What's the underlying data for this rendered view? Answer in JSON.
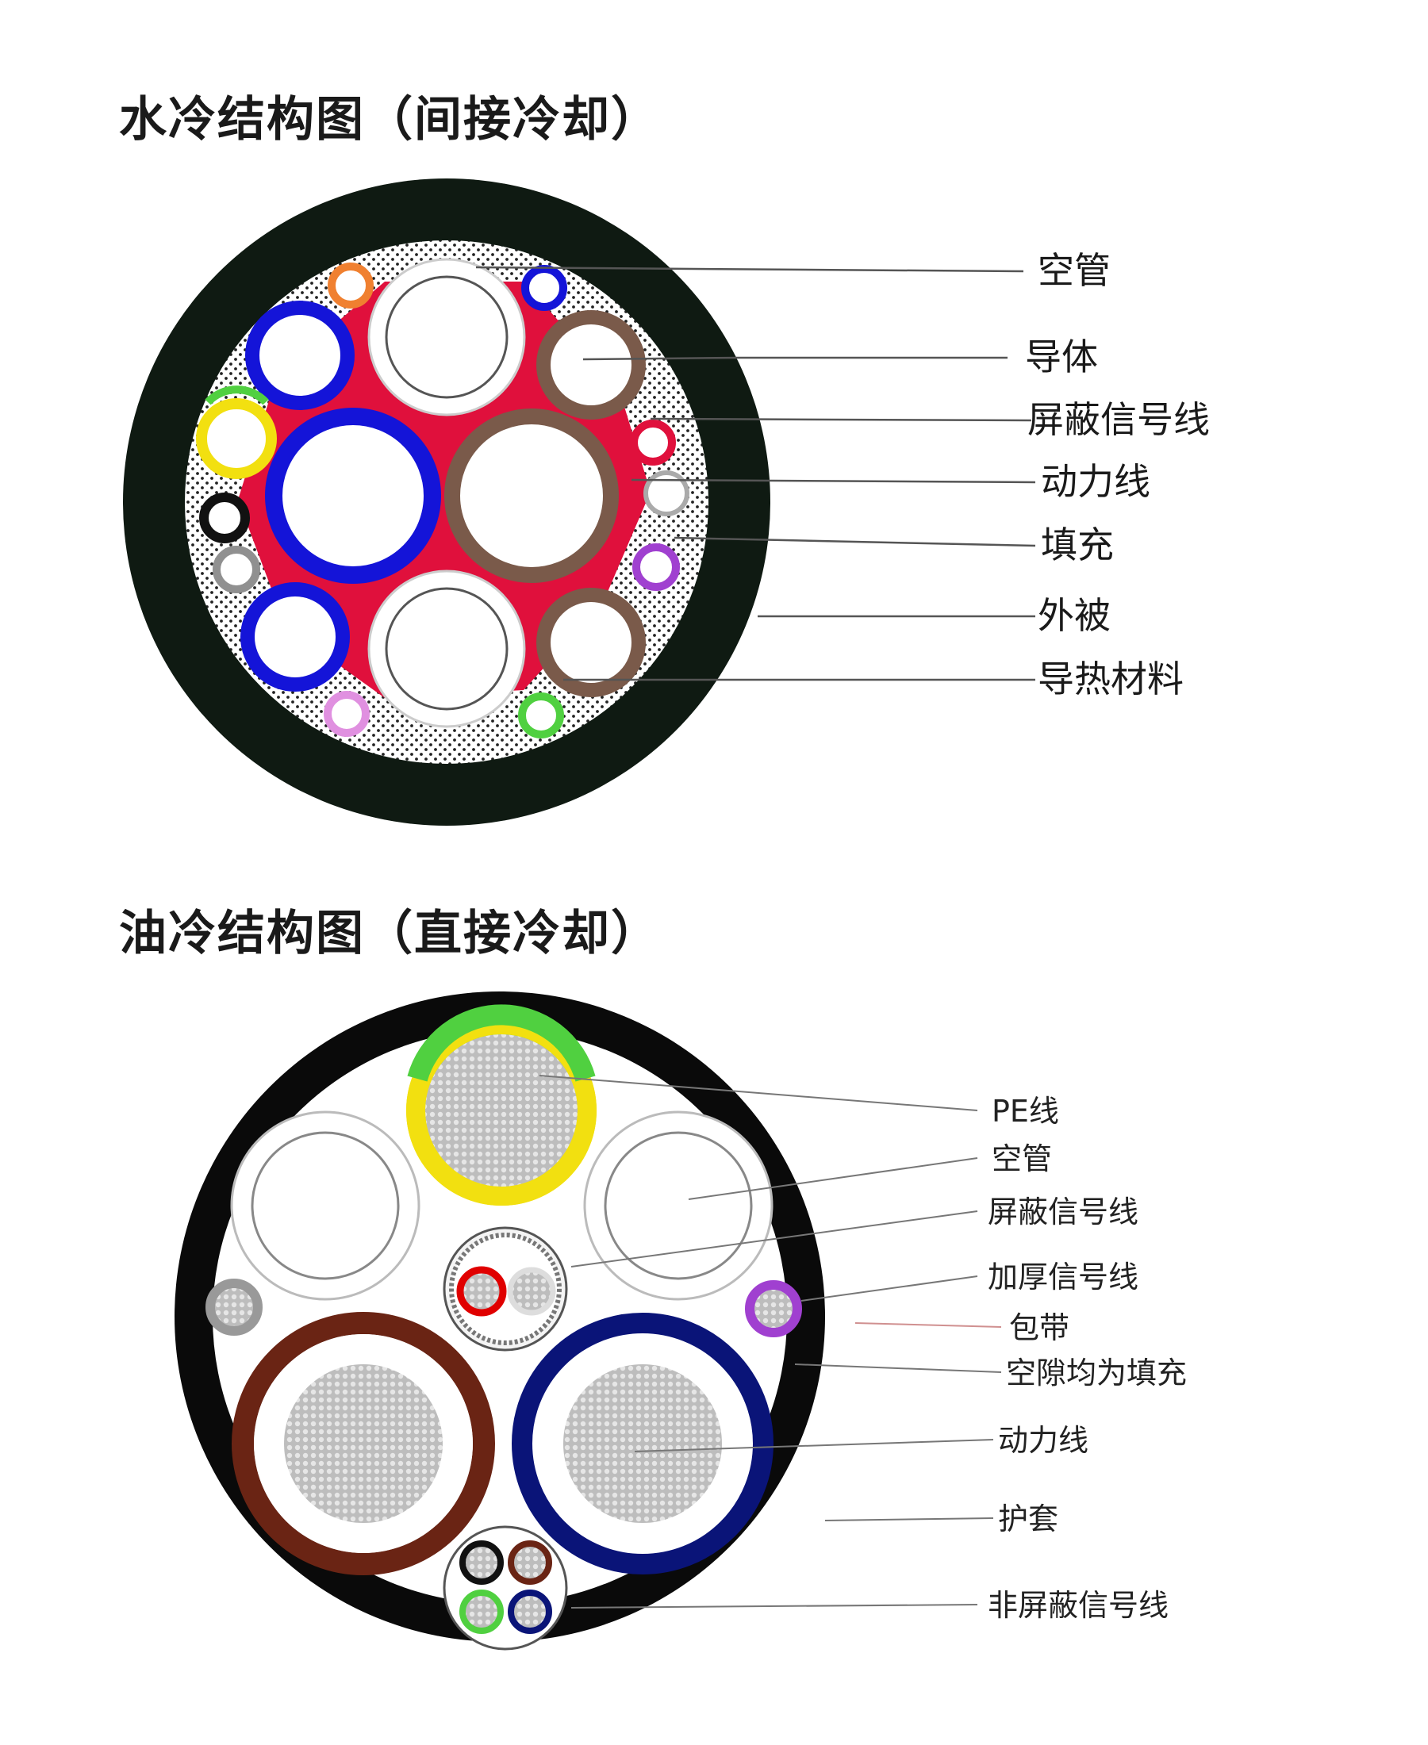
{
  "diagram1": {
    "title": "水冷结构图（间接冷却）",
    "labels": [
      "空管",
      "导体",
      "屏蔽信号线",
      "动力线",
      "填充",
      "外被",
      "导热材料"
    ]
  },
  "diagram2": {
    "title": "油冷结构图（直接冷却）",
    "labels": [
      "PE线",
      "空管",
      "屏蔽信号线",
      "加厚信号线",
      "包带",
      "空隙均为填充",
      "动力线",
      "护套",
      "非屏蔽信号线"
    ]
  },
  "colors": {
    "jacket_dark": "#0f1a12",
    "jacket_black": "#0a0a0a",
    "thermal_red": "#e0103c",
    "blue": "#1414d8",
    "navy": "#0a1478",
    "brown": "#7a5a4a",
    "dark_brown": "#6a2414",
    "yellow": "#f2e010",
    "green": "#50d040",
    "orange": "#f08030",
    "purple": "#a040d0",
    "pink": "#e090e0",
    "gray": "#909090"
  }
}
